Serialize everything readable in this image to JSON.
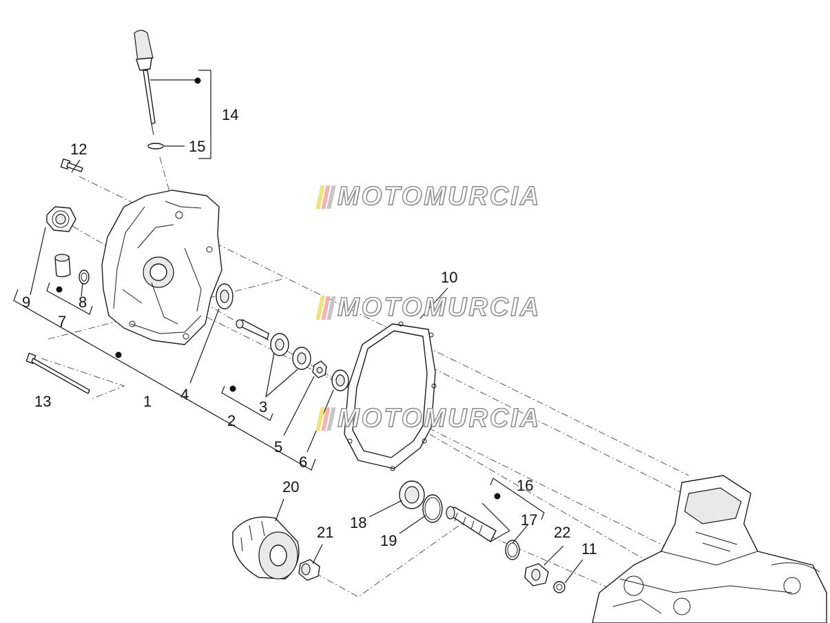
{
  "callouts": {
    "c1": "1",
    "c2": "2",
    "c3": "3",
    "c4": "4",
    "c5": "5",
    "c6": "6",
    "c7": "7",
    "c8": "8",
    "c9": "9",
    "c10": "10",
    "c11": "11",
    "c12": "12",
    "c13": "13",
    "c14": "14",
    "c15": "15",
    "c16": "16",
    "c17": "17",
    "c18": "18",
    "c19": "19",
    "c20": "20",
    "c21": "21",
    "c22": "22"
  },
  "watermark": {
    "text": "MOTOMURCIA",
    "stripe_colors": [
      "#f1e27a",
      "#f3b3b0",
      "#c6c6c6"
    ],
    "outline_color": "#8a8a8a"
  },
  "colors": {
    "line": "#1a1a1a",
    "background": "#ffffff"
  }
}
